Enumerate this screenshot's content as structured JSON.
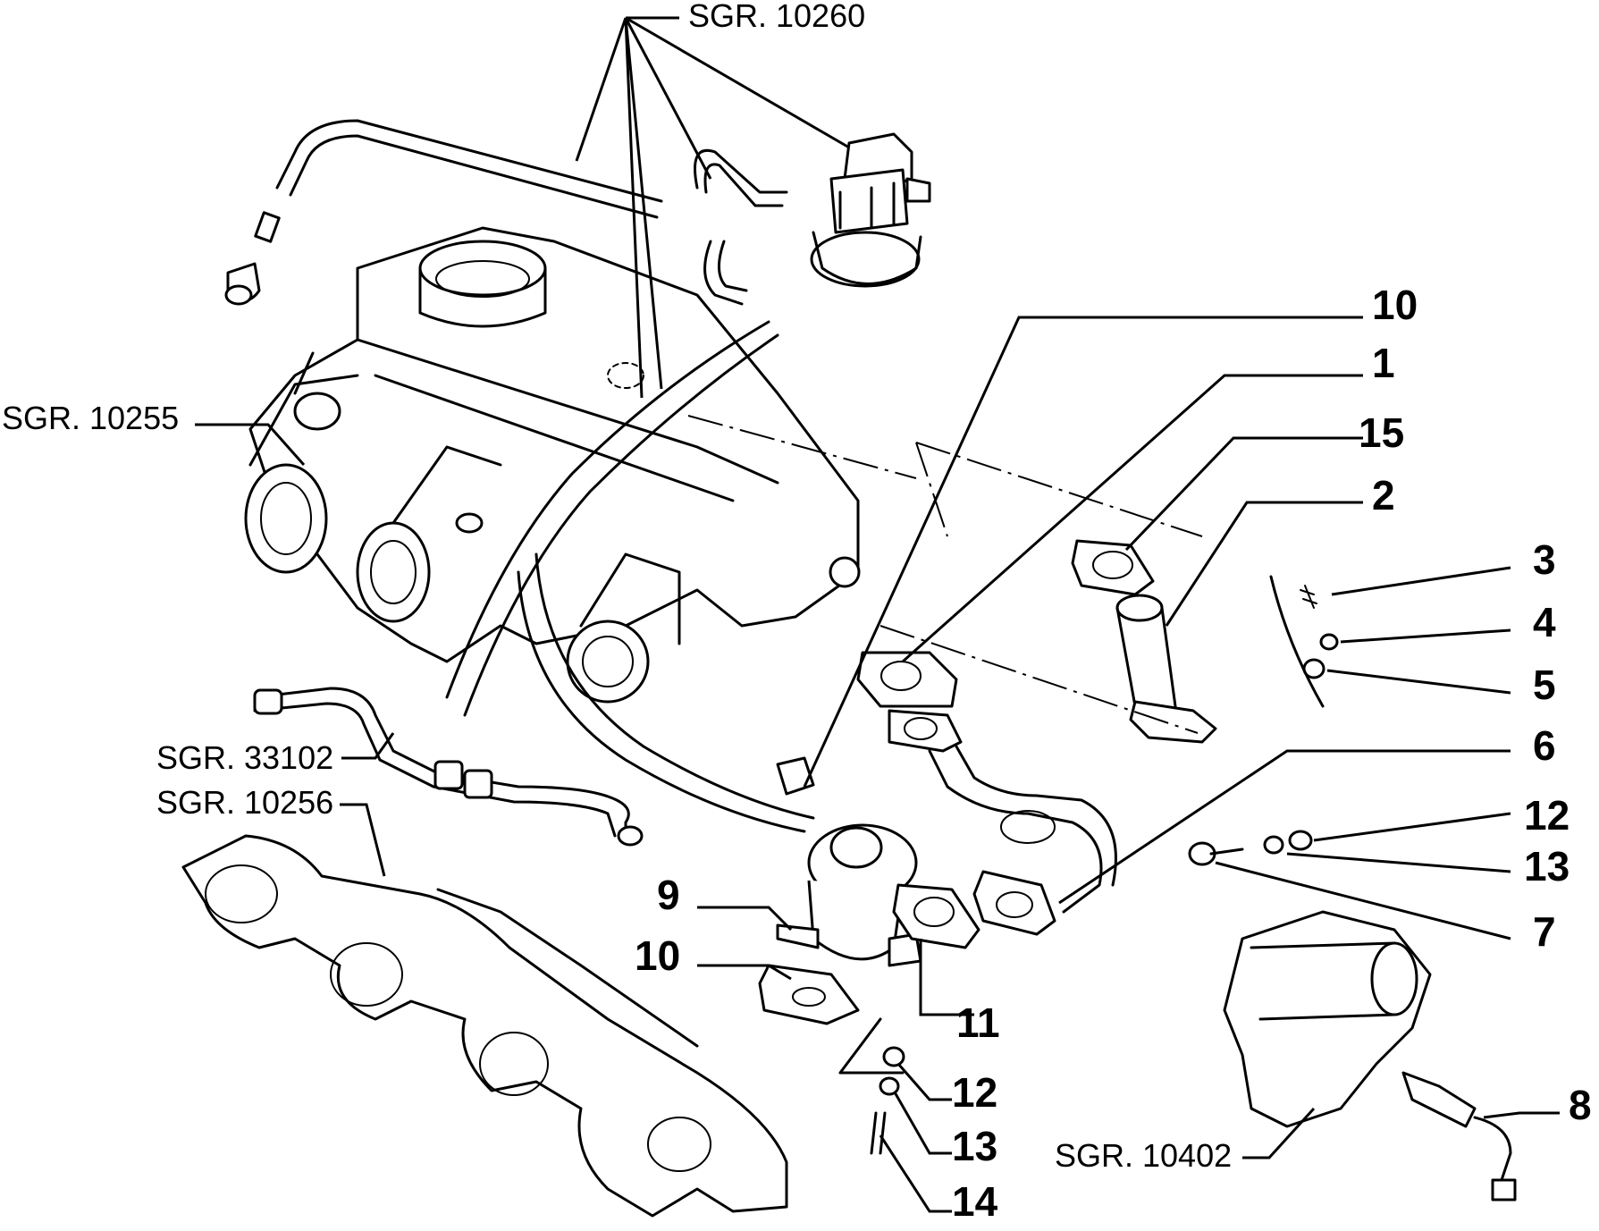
{
  "references": {
    "sgr_10260": "SGR. 10260",
    "sgr_10255": "SGR. 10255",
    "sgr_33102": "SGR. 33102",
    "sgr_10256": "SGR. 10256",
    "sgr_10402": "SGR. 10402"
  },
  "callouts": {
    "c10_top": "10",
    "c1": "1",
    "c15": "15",
    "c2": "2",
    "c3": "3",
    "c4": "4",
    "c5": "5",
    "c6": "6",
    "c12_right": "12",
    "c13_right": "13",
    "c7": "7",
    "c8": "8",
    "c9": "9",
    "c10_left": "10",
    "c11": "11",
    "c12_bottom": "12",
    "c13_bottom": "13",
    "c14": "14"
  }
}
